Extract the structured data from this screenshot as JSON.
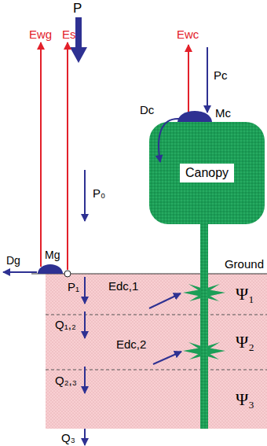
{
  "diagram": {
    "nodes": [
      {
        "text": [
          "Canopy"
        ]
      },
      {
        "text": [
          "Ψ₁"
        ]
      },
      {
        "text": [
          "Ψ₂"
        ]
      },
      {
        "text": [
          "Ψ₃"
        ]
      }
    ],
    "labels": [
      "P",
      "Ewc",
      "Pc",
      "Dc",
      "Mc",
      "Ewg",
      "Es",
      "P₀",
      "Dg",
      "Mg",
      "Ground",
      "P₁",
      "Edc,1",
      "Q₁,₂",
      "Edc,2",
      "Q₂,₃",
      "Q₃"
    ]
  }
}
